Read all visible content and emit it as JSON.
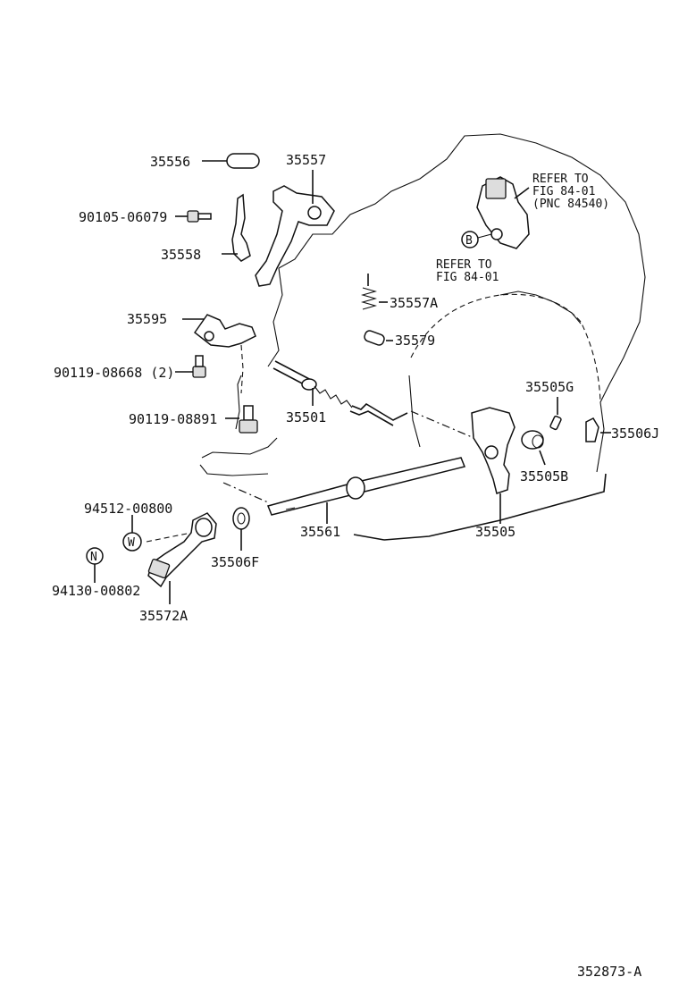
{
  "parts": {
    "p35556": "35556",
    "p35557": "35557",
    "p90105": "90105-06079",
    "p35558": "35558",
    "p35595": "35595",
    "p90119a": "90119-08668 (2)",
    "p90119b": "90119-08891",
    "p35557A": "35557A",
    "p35579": "35579",
    "p35501": "35501",
    "p35505G": "35505G",
    "p35506J": "35506J",
    "p35505B": "35505B",
    "p35505": "35505",
    "p35561": "35561",
    "p94512": "94512-00800",
    "p94130": "94130-00802",
    "p35506F": "35506F",
    "p35572A": "35572A"
  },
  "refer1": {
    "line1": "REFER TO",
    "line2": "FIG 84-01",
    "line3": "(PNC 84540)"
  },
  "refer2": {
    "line1": "REFER TO",
    "line2": "FIG 84-01"
  },
  "symbols": {
    "b": "B",
    "w": "W",
    "n": "N"
  },
  "figure_id": "352873-A"
}
